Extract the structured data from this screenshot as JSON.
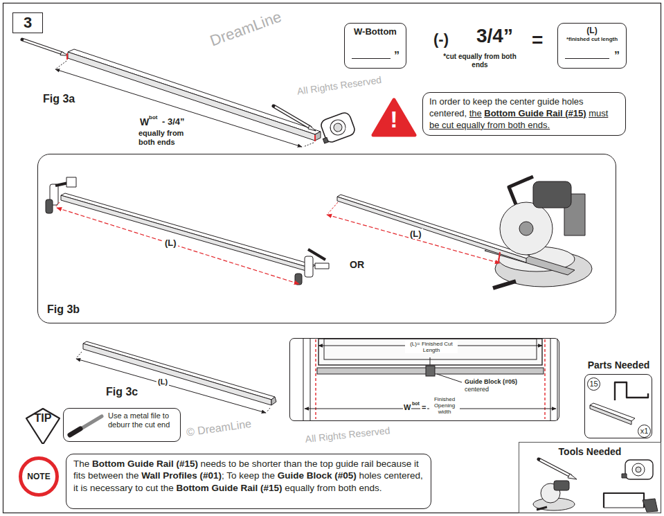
{
  "diagram": {
    "nodes": [
      {
        "text": [
          "3"
        ]
      },
      {
        "text": [
          "W-Bottom",
          "”"
        ]
      },
      {
        "text": [
          "(L)",
          "*finished cut length",
          "”"
        ]
      },
      {
        "text": [
          "In order to keep the center guide holes centered,",
          "the",
          "Bottom Guide Rail (#15)",
          "must be cut equally from both ends."
        ]
      },
      {
        "text": [
          "!"
        ]
      },
      {
        "text": [
          "Fig 3b"
        ]
      },
      {
        "text": [
          "(L)= Finished Cut Length",
          "Guide Block (#05)",
          "centered",
          "W",
          "bot",
          "=",
          "Finished Opening width"
        ]
      },
      {
        "text": [
          "Parts Needed"
        ]
      },
      {
        "text": [
          "15"
        ],
        "in": 7
      },
      {
        "text": [
          "x1"
        ],
        "in": 7
      },
      {
        "text": [
          "TIP"
        ]
      },
      {
        "text": [
          "Use a metal file to deburr the cut end"
        ]
      },
      {
        "text": [
          "NOTE"
        ]
      },
      {
        "text": [
          "The",
          "Bottom Guide Rail (#15)",
          "needs to be shorter than the top guide rail because it fits between the",
          "Wall Profiles (#01)",
          "; To keep the",
          "Guide Block (#05)",
          "holes centered, it is necessary to cut the",
          "Bottom Guide Rail (#15)",
          "equally from both ends."
        ]
      },
      {
        "text": [
          "Tools Needed"
        ]
      }
    ],
    "labels": [
      "(-)",
      "3/4”",
      "*cut equally from both ends",
      "=",
      "Fig 3a",
      "W",
      "bot",
      "- 3/4”",
      "equally from both ends",
      "(L)",
      "OR",
      "(L)",
      "Fig 3c",
      "(L)",
      "DreamLine",
      "All Rights Reserved",
      "© DreamLine",
      "All Rights Reserved"
    ]
  }
}
